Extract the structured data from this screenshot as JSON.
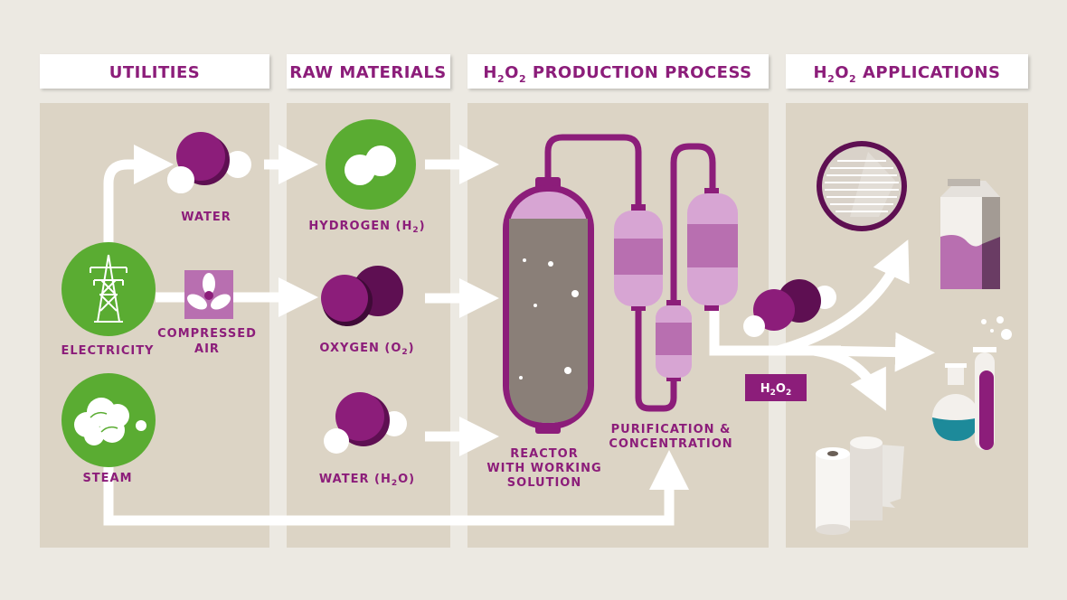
{
  "headers": {
    "utilities": "UTILITIES",
    "raw_materials": "RAW MATERIALS",
    "production_h": "H",
    "production_sub1": "2",
    "production_o": "O",
    "production_sub2": "2",
    "production_rest": " PRODUCTION PROCESS",
    "applications_h": "H",
    "applications_sub1": "2",
    "applications_o": "O",
    "applications_sub2": "2",
    "applications_rest": " APPLICATIONS"
  },
  "utilities": {
    "water": "WATER",
    "electricity": "ELECTRICITY",
    "compressed_air_line1": "COMPRESSED",
    "compressed_air_line2": "AIR",
    "steam": "STEAM"
  },
  "raw_materials": {
    "hydrogen_text": "HYDROGEN (H",
    "hydrogen_sub": "2",
    "hydrogen_close": ")",
    "oxygen_text": "OXYGEN (O",
    "oxygen_sub": "2",
    "oxygen_close": ")",
    "water_text": "WATER (H",
    "water_sub": "2",
    "water_close": "O)"
  },
  "process": {
    "reactor_line1": "REACTOR",
    "reactor_line2": "WITH WORKING",
    "reactor_line3": "SOLUTION",
    "purification_line1": "PURIFICATION &",
    "purification_line2": "CONCENTRATION",
    "product_h": "H",
    "product_sub1": "2",
    "product_o": "O",
    "product_sub2": "2"
  },
  "colors": {
    "purple": "#8c1d7a",
    "dark_purple": "#5e0f52",
    "light_purple": "#d7a5d3",
    "mid_purple": "#b86fb0",
    "green": "#5aac32",
    "panel": "#dcd4c5",
    "background": "#ece9e2",
    "teal": "#1d8a9a"
  },
  "icons": [
    "electricity-pylon-icon",
    "fan-icon",
    "steam-cloud-icon",
    "water-molecule-icon",
    "hydrogen-molecule-icon",
    "oxygen-molecule-icon",
    "reactor-tank-icon",
    "purification-column-icon",
    "paper-roll-icon",
    "milk-carton-icon",
    "flask-icon",
    "test-tube-icon",
    "wafer-icon"
  ]
}
